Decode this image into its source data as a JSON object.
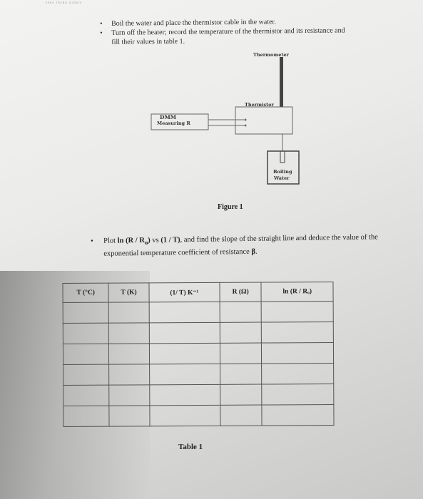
{
  "header": "sees rhsdu urdsrs",
  "bullets": [
    "Boil the water and place the thermistor cable in the water.",
    "Turn off the heater; record the temperature of the thermistor and its resistance and"
  ],
  "bullet_continuation": "fill their values in table 1.",
  "diagram": {
    "thermometer": "Thermometer",
    "thermistor": "Thermistor",
    "dmm_line1": "DMM",
    "dmm_line2": "Measuring R",
    "boiling_line1": "Boiling",
    "boiling_line2": "Water"
  },
  "figure_caption": "Figure 1",
  "plot_instruction": {
    "prefix": "Plot ",
    "bold1": "ln (R / R",
    "sub1": "o",
    "bold1_end": ")",
    "mid": " vs ",
    "bold2": "(1 / T)",
    "rest": ", and find the slope of the straight line and deduce the value of the exponential temperature coefficient of resistance ",
    "beta": "β",
    "end": "."
  },
  "table": {
    "headers": [
      "T (°C)",
      "T (K)",
      "(1/ T) K⁻¹",
      "R (Ω)",
      "ln (R / Rₒ)"
    ],
    "empty_rows": 6,
    "caption": "Table 1"
  }
}
